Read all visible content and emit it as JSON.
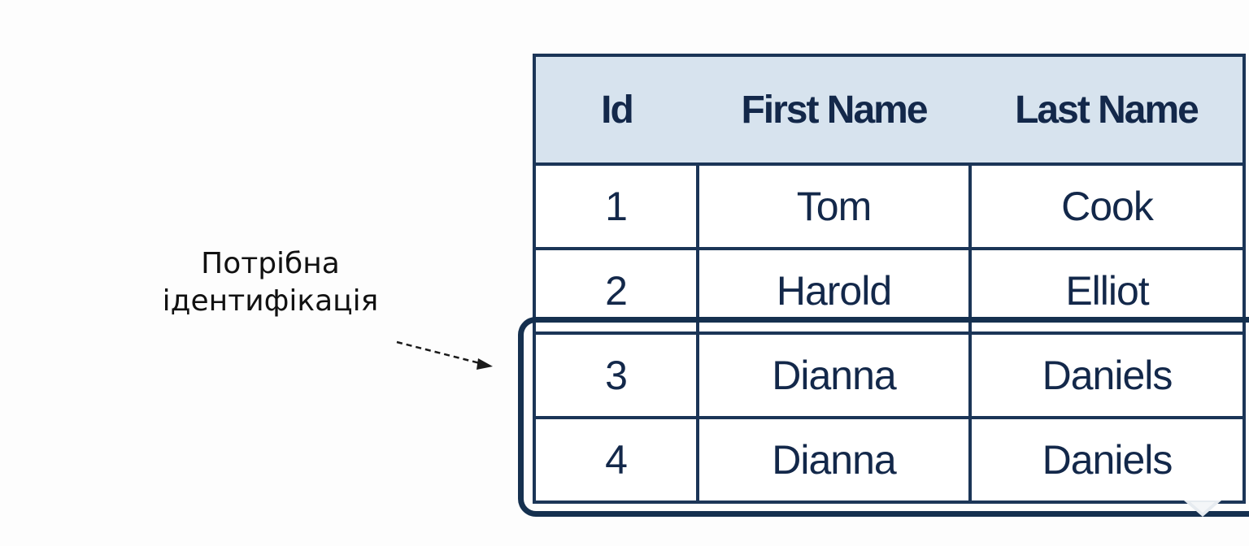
{
  "annotation": {
    "line1": "Потрібна",
    "line2": "ідентифікація"
  },
  "table": {
    "headers": {
      "id": "Id",
      "first_name": "First Name",
      "last_name": "Last Name"
    },
    "rows": [
      {
        "id": "1",
        "first_name": "Tom",
        "last_name": "Cook"
      },
      {
        "id": "2",
        "first_name": "Harold",
        "last_name": "Elliot"
      },
      {
        "id": "3",
        "first_name": "Dianna",
        "last_name": "Daniels"
      },
      {
        "id": "4",
        "first_name": "Dianna",
        "last_name": "Daniels"
      }
    ],
    "highlighted_rows": [
      3,
      4
    ]
  },
  "colors": {
    "border": "#1b3557",
    "header_fill": "#d7e3ee",
    "text": "#13284a"
  }
}
